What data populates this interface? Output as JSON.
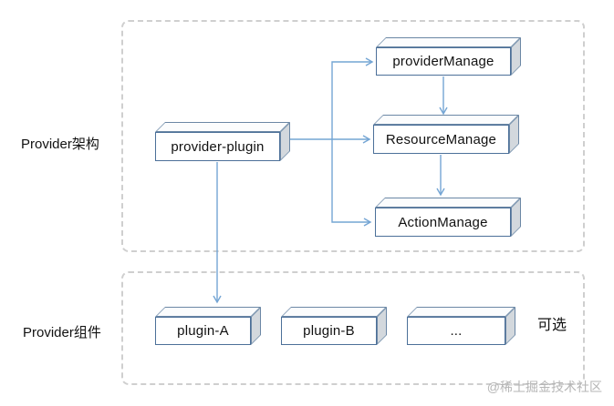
{
  "diagram": {
    "sections": [
      {
        "id": "architecture",
        "label": "Provider架构"
      },
      {
        "id": "components",
        "label": "Provider组件"
      }
    ],
    "nodes": {
      "provider_plugin": "provider-plugin",
      "provider_manage": "providerManage",
      "resource_manage": "ResourceManage",
      "action_manage": "ActionManage",
      "plugin_a": "plugin-A",
      "plugin_b": "plugin-B",
      "plugin_more": "..."
    },
    "annotations": {
      "optional": "可选",
      "watermark": "@稀土掘金技术社区"
    },
    "edges": [
      "provider-plugin -> providerManage",
      "provider-plugin -> ResourceManage",
      "provider-plugin -> ActionManage",
      "providerManage -> ResourceManage",
      "ResourceManage -> ActionManage",
      "provider-plugin -> plugin-A"
    ],
    "colors": {
      "node_border": "#4c7099",
      "node_side_face": "#d3d8dd",
      "connector": "#74a5d4",
      "container_border": "#cfcfcf",
      "text": "#111111",
      "watermark": "#b5b5b5"
    }
  }
}
